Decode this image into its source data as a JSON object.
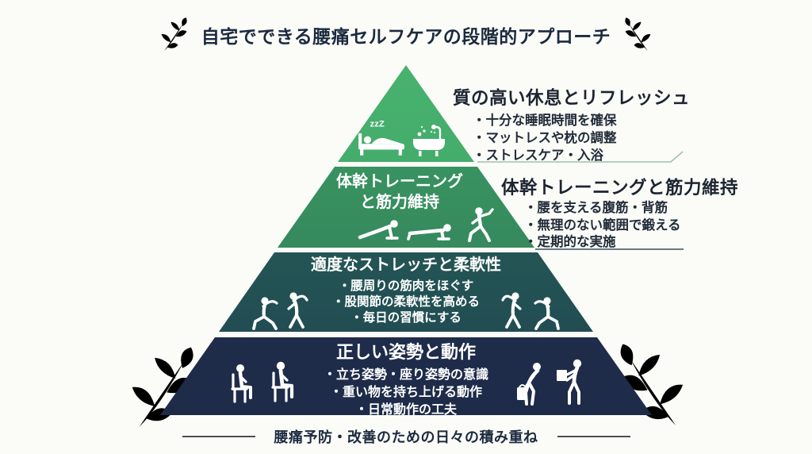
{
  "title": "自宅でできる腰痛セルフケアの段階的アプローチ",
  "footer": "腰痛予防・改善のための日々の積み重ね",
  "pyramid": {
    "level1": {
      "callout_heading": "質の高い休息とリフレッシュ",
      "bullets": [
        "・十分な睡眠時間を確保",
        "・マットレスや枕の調整",
        "・ストレスケア・入浴"
      ]
    },
    "level2": {
      "label_line1": "体幹トレーニング",
      "label_line2": "と筋力維持",
      "callout_heading": "体幹トレーニングと筋力維持",
      "bullets": [
        "・腰を支える腹筋・背筋",
        "・無理のない範囲で鍛える",
        "・定期的な実施"
      ]
    },
    "level3": {
      "label": "適度なストレッチと柔軟性",
      "bullets": [
        "・腰周りの筋肉をほぐす",
        "・股関節の柔軟性を高める",
        "・毎日の習慣にする"
      ]
    },
    "level4": {
      "label": "正しい姿勢と動作",
      "bullets": [
        "・立ち姿勢・座り姿勢の意識",
        "・重い物を持ち上げる動作",
        "・日常動作の工夫"
      ]
    }
  },
  "icons": {
    "sleep_zzz": "zzZ",
    "names": [
      "leaf-twig-icon",
      "bed-sleep-icon",
      "bathtub-icon",
      "plank-icon",
      "pushup-icon",
      "exercise-figure-icon",
      "stretch-figure-icon",
      "sitting-posture-icon",
      "lifting-bag-icon",
      "lifting-box-icon"
    ]
  },
  "colors": {
    "level1_top": "#4ab570",
    "level1_bottom": "#3a9e64",
    "level2_top": "#3fa466",
    "level2_bottom": "#2e7356",
    "level3_top": "#2b6e56",
    "level3_bottom": "#1e4152",
    "level4_top": "#243456",
    "level4_bottom": "#1d2a47",
    "title_text": "#1b2a3e",
    "callout_text": "#1c2430",
    "underline_light_green": "#9fc2ae",
    "underline_dark": "#35505c",
    "leaf_green": "#57a173",
    "leaf_navy": "#1f2b4a"
  }
}
